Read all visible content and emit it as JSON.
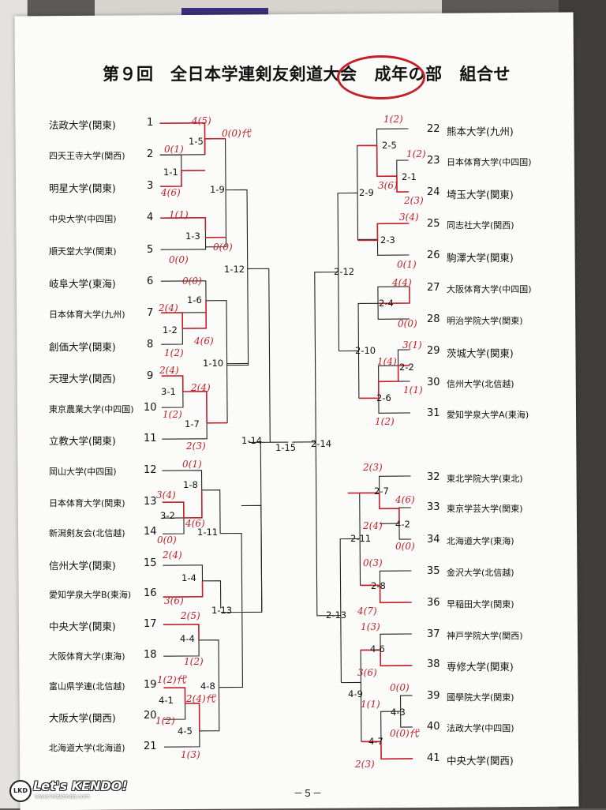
{
  "title": {
    "left": "第９回　全日本学連剣友剣道大会",
    "circled": "成年の部",
    "right": "組合せ"
  },
  "page_number": "－５－",
  "logo": {
    "mark": "LKD",
    "text": "Let's KENDO!",
    "url": "www.letskendo.com"
  },
  "left_teams": [
    {
      "name": "法政大学(関東)",
      "num": "1"
    },
    {
      "name": "四天王寺大学(関西)",
      "num": "2"
    },
    {
      "name": "明星大学(関東)",
      "num": "3"
    },
    {
      "name": "中央大学(中四国)",
      "num": "4"
    },
    {
      "name": "順天堂大学(関東)",
      "num": "5"
    },
    {
      "name": "岐阜大学(東海)",
      "num": "6"
    },
    {
      "name": "日本体育大学(九州)",
      "num": "7"
    },
    {
      "name": "創価大学(関東)",
      "num": "8"
    },
    {
      "name": "天理大学(関西)",
      "num": "9"
    },
    {
      "name": "東京農業大学(中四国)",
      "num": "10"
    },
    {
      "name": "立教大学(関東)",
      "num": "11"
    },
    {
      "name": "岡山大学(中四国)",
      "num": "12"
    },
    {
      "name": "日本体育大学(関東)",
      "num": "13"
    },
    {
      "name": "新潟剣友会(北信越)",
      "num": "14"
    },
    {
      "name": "信州大学(関東)",
      "num": "15"
    },
    {
      "name": "愛知学泉大学B(東海)",
      "num": "16"
    },
    {
      "name": "中央大学(関東)",
      "num": "17"
    },
    {
      "name": "大阪体育大学(東海)",
      "num": "18"
    },
    {
      "name": "富山県学連(北信越)",
      "num": "19"
    },
    {
      "name": "大阪大学(関西)",
      "num": "20"
    },
    {
      "name": "北海道大学(北海道)",
      "num": "21"
    }
  ],
  "right_teams": [
    {
      "num": "22",
      "name": "熊本大学(九州)"
    },
    {
      "num": "23",
      "name": "日本体育大学(中四国)"
    },
    {
      "num": "24",
      "name": "埼玉大学(関東)"
    },
    {
      "num": "25",
      "name": "同志社大学(関西)"
    },
    {
      "num": "26",
      "name": "駒澤大学(関東)"
    },
    {
      "num": "27",
      "name": "大阪体育大学(中四国)"
    },
    {
      "num": "28",
      "name": "明治学院大学(関東)"
    },
    {
      "num": "29",
      "name": "茨城大学(関東)"
    },
    {
      "num": "30",
      "name": "信州大学(北信越)"
    },
    {
      "num": "31",
      "name": "愛知学泉大学A(東海)"
    },
    {
      "num": "32",
      "name": "東北学院大学(東北)"
    },
    {
      "num": "33",
      "name": "東京学芸大学(関東)"
    },
    {
      "num": "34",
      "name": "北海道大学(東海)"
    },
    {
      "num": "35",
      "name": "金沢大学(北信越)"
    },
    {
      "num": "36",
      "name": "早稲田大学(関東)"
    },
    {
      "num": "37",
      "name": "神戸学院大学(関西)"
    },
    {
      "num": "38",
      "name": "専修大学(関東)"
    },
    {
      "num": "39",
      "name": "國學院大学(関東)"
    },
    {
      "num": "40",
      "name": "法政大学(中四国)"
    },
    {
      "num": "41",
      "name": "中央大学(関西)"
    }
  ],
  "matches": {
    "m1_1": "1-1",
    "m1_2": "1-2",
    "m1_3": "1-3",
    "m1_5": "1-5",
    "m1_6": "1-6",
    "m1_7": "1-7",
    "m1_8": "1-8",
    "m1_9": "1-9",
    "m1_10": "1-10",
    "m1_11": "1-11",
    "m1_12": "1-12",
    "m1_13": "1-13",
    "m1_14": "1-14",
    "m1_15": "1-15",
    "m3_1": "3-1",
    "m3_2": "3-2",
    "m1_4": "1-4",
    "m4_1": "4-1",
    "m4_4": "4-4",
    "m4_5": "4-5",
    "m4_8": "4-8",
    "m2_1": "2-1",
    "m2_2": "2-2",
    "m2_3": "2-3",
    "m2_4": "2-4",
    "m2_5": "2-5",
    "m2_6": "2-6",
    "m2_7": "2-7",
    "m2_8": "2-8",
    "m2_9": "2-9",
    "m2_10": "2-10",
    "m2_11": "2-11",
    "m2_12": "2-12",
    "m2_13": "2-13",
    "m2_14": "2-14",
    "m4_2": "4-2",
    "m4_3": "4-3",
    "m4_6": "4-6",
    "m4_7": "4-7",
    "m4_9": "4-9"
  },
  "handwritten_scores": {
    "s1": "4(5)",
    "s2": "0(1)",
    "s3": "4(6)",
    "s4": "0(0)代",
    "s5": "1(1)",
    "s6": "0(0)",
    "s7": "0(0)",
    "s8": "0(0)",
    "s9": "2(4)",
    "s10": "1(2)",
    "s11": "4(6)",
    "s12": "2(4)",
    "s13": "2(4)",
    "s14": "1(2)",
    "s15": "2(3)",
    "s16": "0(1)",
    "s17": "3(4)",
    "s18": "4(6)",
    "s19": "0(0)",
    "s20": "2(4)",
    "s21": "3(6)",
    "s22": "2(5)",
    "s23": "1(2)",
    "s24": "1(2)代",
    "s25": "2(4)代",
    "s26": "1(2)",
    "s27": "1(3)",
    "r1": "1(2)",
    "r2": "1(2)",
    "r3": "3(6)",
    "r4": "2(3)",
    "r5": "3(4)",
    "r6": "0(1)",
    "r7": "4(4)",
    "r8": "0(0)",
    "r9": "3(1)",
    "r10": "1(4)",
    "r11": "1(1)",
    "r12": "1(2)",
    "r13": "2(3)",
    "r14": "4(6)",
    "r15": "2(4)",
    "r16": "0(0)",
    "r17": "0(3)",
    "r18": "4(7)",
    "r19": "1(3)",
    "r20": "3(6)",
    "r21": "0(0)",
    "r22": "1(1)",
    "r23": "0(0)代",
    "r24": "2(3)"
  },
  "colors": {
    "ink": "#111111",
    "red_pen": "#c4202a",
    "paper": "#fbfbf9"
  }
}
